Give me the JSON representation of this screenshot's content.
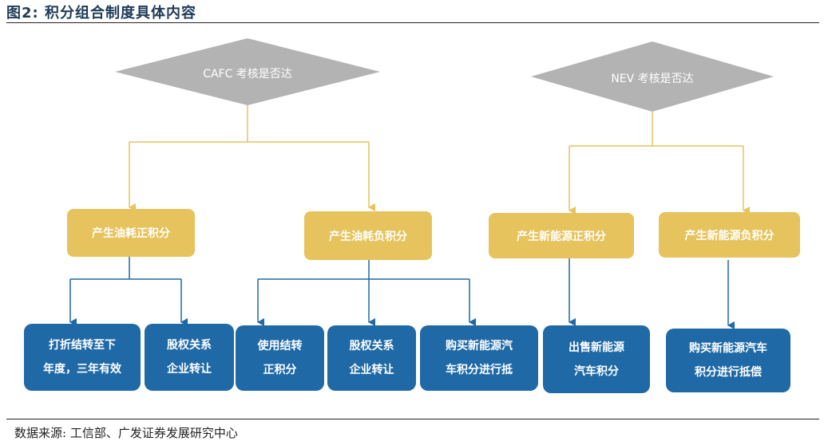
{
  "header": {
    "title": "图2:  积分组合制度具体内容"
  },
  "footer": {
    "source": "数据来源:  工信部、广发证券发展研究中心"
  },
  "diagram": {
    "decisions": {
      "cafc": "CAFC 考核是否达",
      "nev": "NEV 考核是否达"
    },
    "outcomes": {
      "fuel_positive": "产生油耗正积分",
      "fuel_negative": "产生油耗负积分",
      "nev_positive": "产生新能源正积分",
      "nev_negative": "产生新能源负积分"
    },
    "actions": {
      "carry_over": [
        "打折结转至下",
        "年度，三年有效"
      ],
      "affiliate_transfer_1": [
        "股权关系",
        "企业转让"
      ],
      "use_carried": [
        "使用结转",
        "正积分"
      ],
      "affiliate_transfer_2": [
        "股权关系",
        "企业转让"
      ],
      "buy_nev_offset": [
        "购买新能源汽",
        "车积分进行抵"
      ],
      "sell_nev": [
        "出售新能源",
        "汽车积分"
      ],
      "buy_nev_compensate": [
        "购买新能源汽车",
        "积分进行抵偿"
      ]
    }
  },
  "colors": {
    "diamond": "#b3b3b3",
    "yellow_box": "#e6c35c",
    "blue_box": "#1f69a6",
    "yellow_line": "#e6c35c",
    "blue_line": "#1f69a6"
  }
}
